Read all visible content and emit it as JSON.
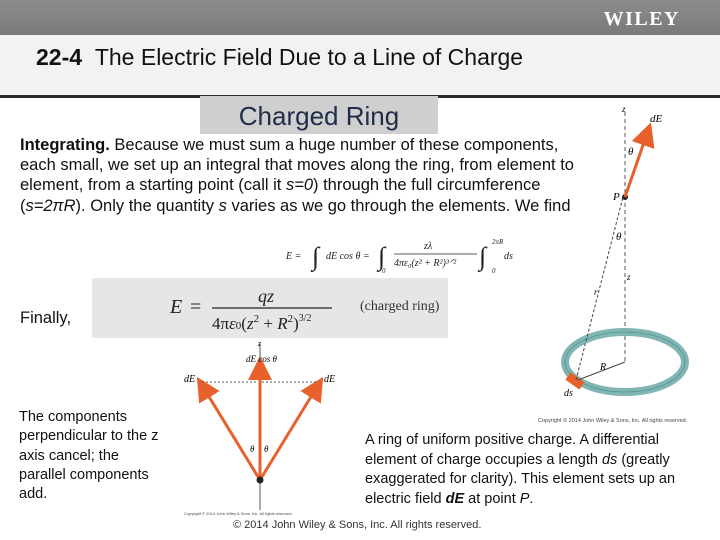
{
  "header": {
    "section_number": "22-4",
    "title": "The Electric Field Due to a Line of Charge",
    "logo": "WILEY"
  },
  "subtitle": "Charged Ring",
  "intro": {
    "lead": "Integrating.",
    "text1": " Because we must sum a huge number of these components, each small, we set up an integral that moves along the ring, from element to element, from a starting point (call it ",
    "s_var": "s",
    "eq_zero": "=0",
    "text2": ") through the full circumference (",
    "s_var2": "s",
    "eq_circ": "=2πR",
    "text3": "). Only the quantity ",
    "s_var3": "s",
    "text4": " varies as we go through the elements. We find"
  },
  "finally_label": "Finally,",
  "equation_result_label": "(charged ring)",
  "components_text": "The components perpendicular to the z axis cancel; the parallel components add.",
  "caption": {
    "t1": "A ring of uniform positive charge. A differential element of charge occupies a length ",
    "ds": "ds",
    "t2": " (greatly exaggerated for clarity). This element sets up an electric field ",
    "dE": "dE",
    "t3": " at point ",
    "P": "P",
    "t4": "."
  },
  "copyright": "© 2014 John Wiley & Sons, Inc. All rights reserved.",
  "figure_right": {
    "z_label": "z",
    "dE_label": "dE",
    "theta_label": "θ",
    "P_label": "P",
    "z_axis_label": "z",
    "r_label": "r",
    "R_label": "R",
    "ds_label": "ds",
    "fig_copyright": "Copyright © 2014 John Wiley & Sons, Inc. All rights reserved.",
    "colors": {
      "vector": "#e8602c",
      "ring": "#7fb6b4",
      "charge": "#e8602c"
    }
  },
  "figure_left": {
    "z_label": "z",
    "dEcos_label": "dE cos θ",
    "dE_left": "dE",
    "dE_right": "dE",
    "theta_l": "θ",
    "theta_r": "θ",
    "fig_copyright": "Copyright © 2014 John Wiley & Sons, Inc. All rights reserved.",
    "colors": {
      "vector": "#e8602c"
    }
  }
}
